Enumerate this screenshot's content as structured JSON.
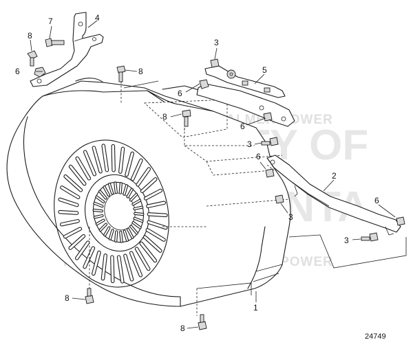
{
  "diagram_number": "24749",
  "watermark": {
    "stamp": "PALMER POWER",
    "big_line1": "PROPERTY OF",
    "big_line2": "VOLVO PENTA"
  },
  "callouts": {
    "c1": "1",
    "c2": "2",
    "c3a": "3",
    "c3b": "3",
    "c3c": "3",
    "c3d": "3",
    "c4": "4",
    "c5": "5",
    "c6a": "6",
    "c6b": "6",
    "c6c": "6",
    "c6d": "6",
    "c6e": "6",
    "c7": "7",
    "c8a": "8",
    "c8b": "8",
    "c8c": "8",
    "c8d": "8",
    "c8e": "8"
  }
}
